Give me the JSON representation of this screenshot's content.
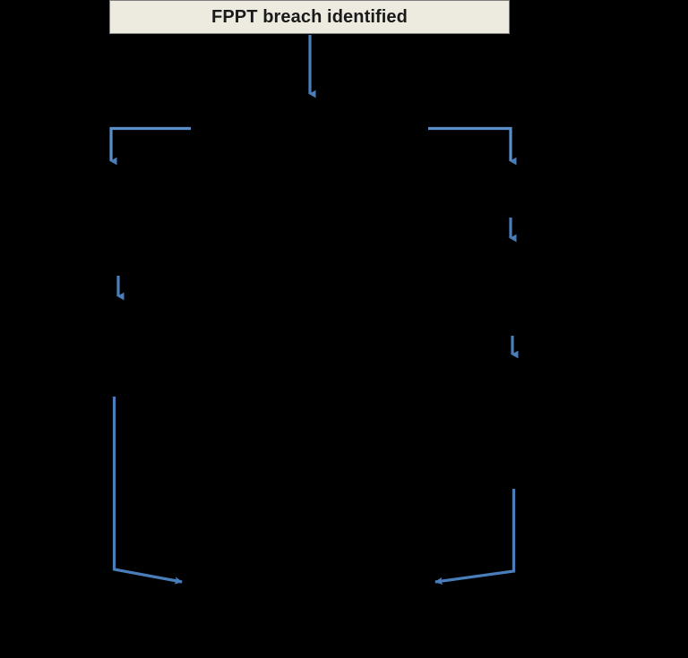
{
  "diagram": {
    "title": "FPPT breach identified",
    "background_color": "#000000",
    "box_fill_color": "#EDEAE0",
    "box_border_color": "#7F7F7F",
    "arrow_color": "#4A7EBB",
    "connector_color": "#5B8FC9",
    "text_color": "#1A1A1A"
  },
  "nodes": [
    {
      "id": "root",
      "label": "FPPT breach identified",
      "visible": true
    }
  ],
  "hidden_nodes": [
    {
      "id": "left-1",
      "label": ""
    },
    {
      "id": "left-2",
      "label": ""
    },
    {
      "id": "left-3",
      "label": ""
    },
    {
      "id": "left-4",
      "label": ""
    },
    {
      "id": "right-1",
      "label": ""
    },
    {
      "id": "right-2",
      "label": ""
    },
    {
      "id": "right-3",
      "label": ""
    },
    {
      "id": "right-4",
      "label": ""
    },
    {
      "id": "bottom-left",
      "label": ""
    },
    {
      "id": "bottom-right",
      "label": ""
    }
  ],
  "connectors": [
    {
      "id": "root-down",
      "from": "root",
      "to": "split",
      "kind": "arrow-down"
    },
    {
      "id": "split-left",
      "from": "split",
      "to": "left-1",
      "kind": "elbow-left-down"
    },
    {
      "id": "split-right",
      "from": "split",
      "to": "right-1",
      "kind": "elbow-right-down"
    },
    {
      "id": "left-1-2",
      "from": "left-1",
      "to": "left-2",
      "kind": "arrow-down"
    },
    {
      "id": "left-3-out",
      "from": "left-3",
      "to": "bottom-left",
      "kind": "elbow-down-right"
    },
    {
      "id": "right-1-2",
      "from": "right-1",
      "to": "right-2",
      "kind": "arrow-down"
    },
    {
      "id": "right-2-3",
      "from": "right-2",
      "to": "right-3",
      "kind": "arrow-down"
    },
    {
      "id": "right-3-out",
      "from": "right-3",
      "to": "bottom-right",
      "kind": "elbow-down-left"
    }
  ]
}
